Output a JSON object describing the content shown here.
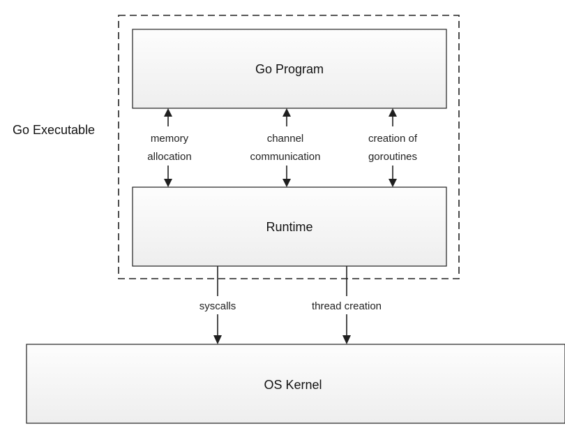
{
  "executable_label": "Go Executable",
  "boxes": {
    "program": "Go Program",
    "runtime": "Runtime",
    "kernel": "OS Kernel"
  },
  "program_runtime_links": [
    {
      "line1": "memory",
      "line2": "allocation"
    },
    {
      "line1": "channel",
      "line2": "communication"
    },
    {
      "line1": "creation of",
      "line2": "goroutines"
    }
  ],
  "runtime_kernel_links": [
    {
      "label": "syscalls"
    },
    {
      "label": "thread creation"
    }
  ]
}
